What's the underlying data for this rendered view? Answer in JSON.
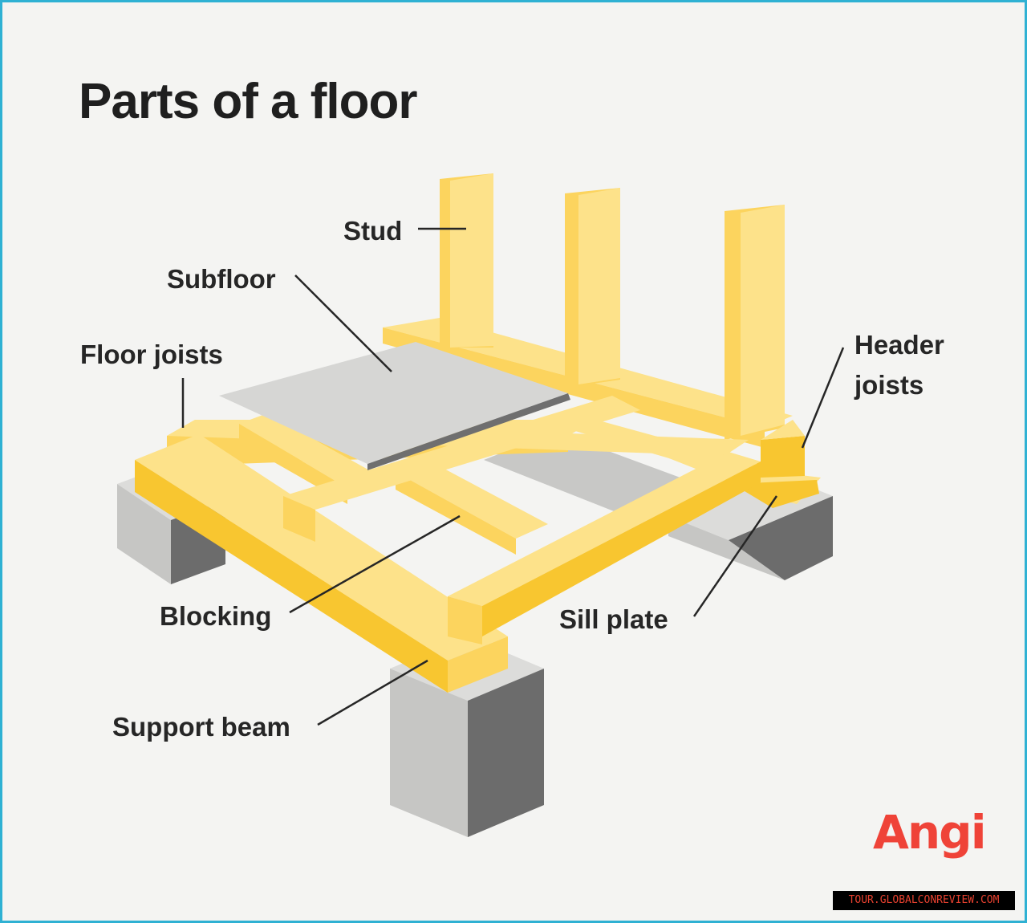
{
  "title": "Parts of a floor",
  "labels": {
    "stud": "Stud",
    "subfloor": "Subfloor",
    "floor_joists": "Floor joists",
    "header_joists_line1": "Header",
    "header_joists_line2": "joists",
    "blocking": "Blocking",
    "sill_plate": "Sill plate",
    "support_beam": "Support beam"
  },
  "logo": "Angi",
  "watermark": "TOUR.GLOBALCONREVIEW.COM",
  "colors": {
    "lumber_light": "#fde28a",
    "lumber_mid": "#fcd45e",
    "lumber_dark": "#f8c630",
    "concrete_light": "#dcdcda",
    "concrete_mid": "#c8c8c6",
    "concrete_dark": "#6c6c6c",
    "subfloor": "#d6d6d4",
    "border": "#2fb1d3",
    "logo": "#ef4338"
  }
}
